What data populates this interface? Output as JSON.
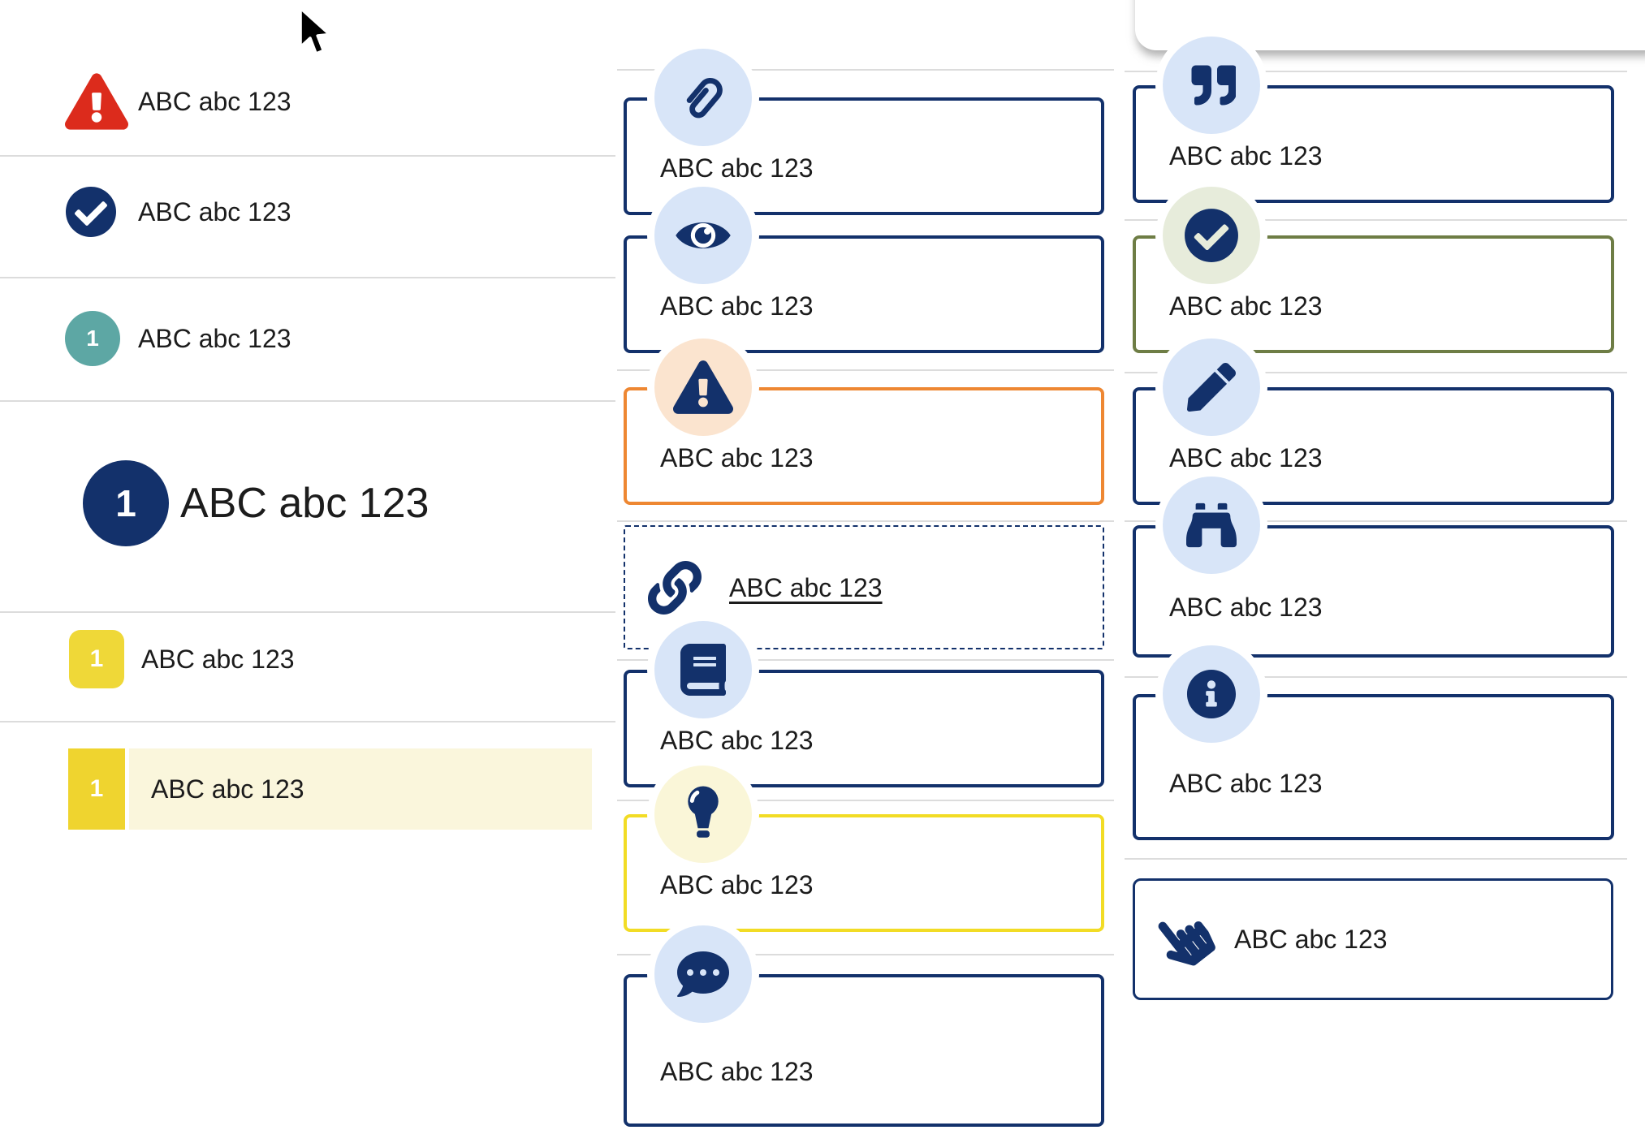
{
  "colors": {
    "navy": "#13316B",
    "red": "#DC2B1C",
    "teal": "#5DA7A4",
    "yellow": "#EFD838",
    "yellow_border": "#F2DC25",
    "orange": "#EE8732",
    "olive": "#6E7D45",
    "badge_blue": "#D8E5F8",
    "badge_peach": "#FBE4CF",
    "badge_cream": "#FAF6D8",
    "badge_sage": "#E7ECDB",
    "highlight_bg": "#FAF6DC",
    "divider": "#DCDCDC",
    "text": "#1C1C1C"
  },
  "left_list": {
    "items": [
      {
        "icon": "warning-triangle-icon",
        "label": "ABC abc 123"
      },
      {
        "icon": "check-circle-icon",
        "label": "ABC abc 123"
      },
      {
        "icon": "number-badge",
        "badge": "1",
        "label": "ABC abc 123"
      },
      {
        "icon": "number-badge",
        "badge": "1",
        "label": "ABC abc 123",
        "heading": true
      },
      {
        "icon": "number-badge",
        "badge": "1",
        "label": "ABC abc 123"
      },
      {
        "icon": "number-badge",
        "badge": "1",
        "label": "ABC abc 123",
        "highlighted": true
      }
    ]
  },
  "middle_callouts": [
    {
      "icon": "paperclip-icon",
      "label": "ABC abc 123"
    },
    {
      "icon": "eye-icon",
      "label": "ABC abc 123"
    },
    {
      "icon": "warning-triangle-icon",
      "label": "ABC abc 123"
    },
    {
      "icon": "link-icon",
      "label": "ABC abc 123"
    },
    {
      "icon": "book-icon",
      "label": "ABC abc 123"
    },
    {
      "icon": "lightbulb-icon",
      "label": "ABC abc 123"
    },
    {
      "icon": "comment-dots-icon",
      "label": "ABC abc 123"
    }
  ],
  "right_callouts": [
    {
      "icon": "quote-icon",
      "label": "ABC abc 123"
    },
    {
      "icon": "check-circle-icon",
      "label": "ABC abc 123"
    },
    {
      "icon": "pencil-icon",
      "label": "ABC abc 123"
    },
    {
      "icon": "binoculars-icon",
      "label": "ABC abc 123"
    },
    {
      "icon": "info-circle-icon",
      "label": "ABC abc 123"
    },
    {
      "icon": "hand-pointer-icon",
      "label": "ABC abc 123"
    }
  ]
}
